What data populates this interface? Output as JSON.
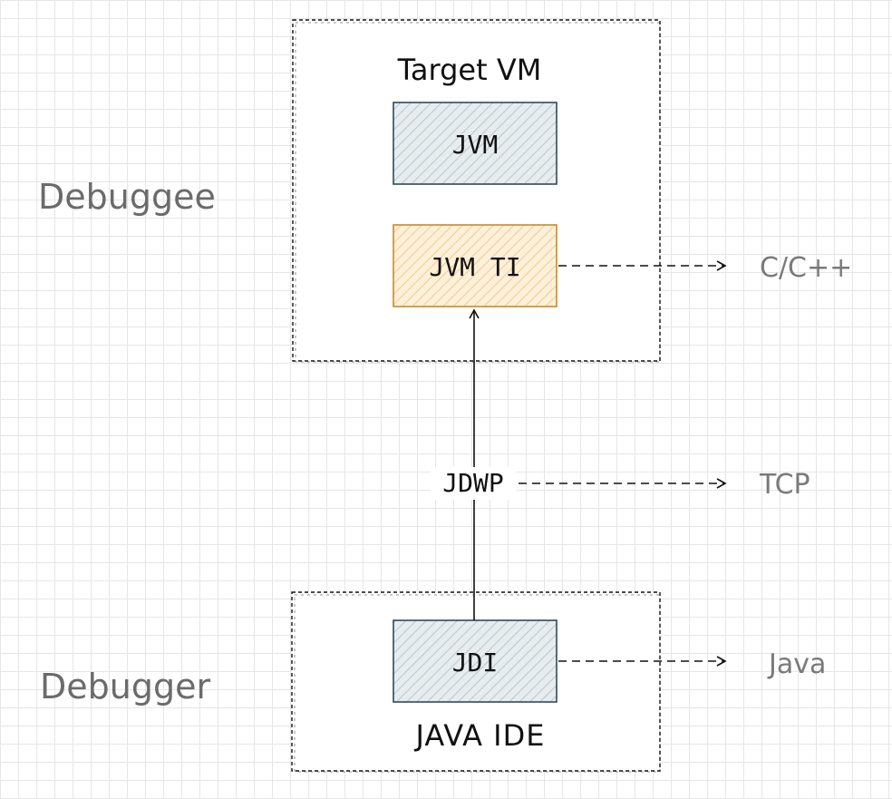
{
  "side_labels": {
    "debuggee": "Debuggee",
    "debugger": "Debugger"
  },
  "target_vm": {
    "title": "Target VM",
    "jvm": "JVM",
    "jvm_ti": "JVM TI"
  },
  "ide": {
    "title": "JAVA IDE",
    "jdi": "JDI"
  },
  "connector": {
    "label": "JDWP"
  },
  "protocols": {
    "native": "C/C++",
    "transport": "TCP",
    "language": "Java"
  },
  "colors": {
    "jvm_fill": "#dde3e8",
    "jvm_stroke": "#2f4a5a",
    "jvmti_fill": "#fde8c8",
    "jvmti_stroke": "#c98a2a",
    "jdi_fill": "#dde3e8",
    "jdi_stroke": "#2f4a5a"
  }
}
